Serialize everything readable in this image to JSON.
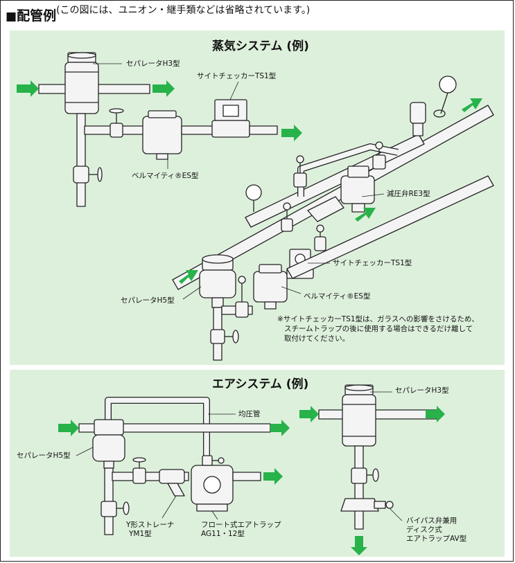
{
  "header": {
    "square": "■",
    "title": "配管例",
    "note": "(この図には、ユニオン・継手類などは省略されています。)"
  },
  "steam_system": {
    "title": "蒸気システム (例)",
    "labels": {
      "separator_h3": "セパレータH3型",
      "sight_checker_ts1_top": "サイトチェッカーTS1型",
      "bellmighty_es_top": "ベルマイティ®ES型",
      "pressure_reducing_re3": "減圧弁RE3型",
      "sight_checker_ts1_mid": "サイトチェッカーTS1型",
      "bellmighty_es_mid": "ベルマイティ®ES型",
      "separator_h5": "セパレータH5型"
    },
    "note_lines": [
      "※サイトチェッカーTS1型は、ガラスへの影響をさけるため、",
      "スチームトラップの後に使用する場合はできるだけ離して",
      "取付けてください。"
    ]
  },
  "air_system": {
    "title": "エアシステム (例)",
    "labels": {
      "equalizing_pipe": "均圧管",
      "separator_h5": "セパレータH5型",
      "y_strainer_line1": "Y形ストレーナ",
      "y_strainer_line2": "YM1型",
      "float_trap_line1": "フロート式エアトラップ",
      "float_trap_line2": "AG11・12型",
      "separator_h3": "セパレータH3型",
      "bypass_line1": "バイパス弁兼用",
      "bypass_line2": "ディスク式",
      "bypass_line3": "エアトラップAV型"
    }
  },
  "colors": {
    "panel_bg": "#ddf0dc",
    "arrow": "#27b24a",
    "pipe_fill": "#f4f4f4",
    "stroke": "#222222"
  }
}
